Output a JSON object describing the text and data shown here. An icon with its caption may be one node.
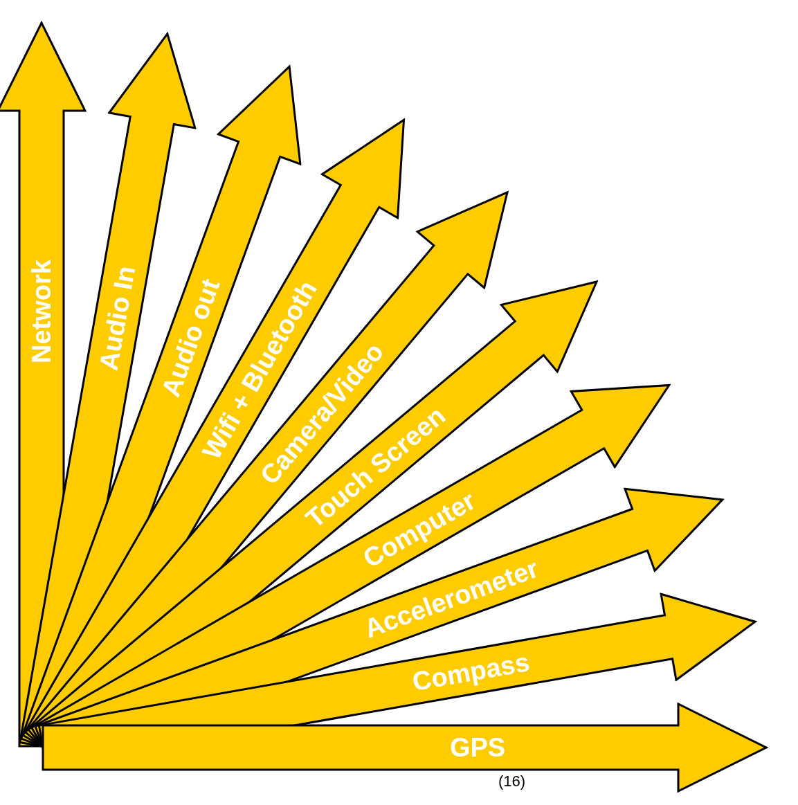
{
  "diagram": {
    "nodes": [
      {
        "text": [
          "Network"
        ]
      },
      {
        "text": [
          "Audio In"
        ]
      },
      {
        "text": [
          "Audio out"
        ]
      },
      {
        "text": [
          "Wifi + Bluetooth"
        ]
      },
      {
        "text": [
          "Camera/Video"
        ]
      },
      {
        "text": [
          "Touch Screen"
        ]
      },
      {
        "text": [
          "Computer"
        ]
      },
      {
        "text": [
          "Accelerometer"
        ]
      },
      {
        "text": [
          "Compass"
        ]
      },
      {
        "text": [
          "GPS"
        ]
      }
    ],
    "labels": [
      "(16)"
    ]
  }
}
